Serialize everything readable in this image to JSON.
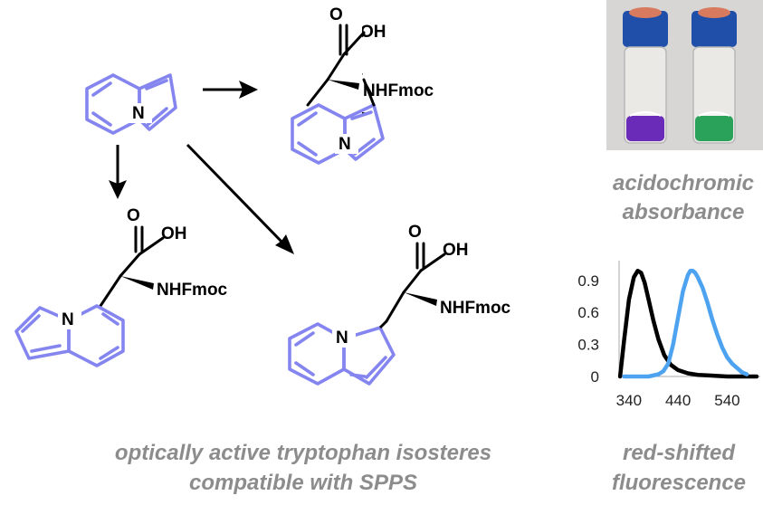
{
  "colors": {
    "scaffold": "#8585f0",
    "bond": "#000000",
    "caption": "#8c8c8c",
    "absorbance_curve": "#000000",
    "emission_curve": "#4da3f0",
    "vial_cap": "#1f4fa8",
    "vial_left_liquid": "#6a2bb8",
    "vial_right_liquid": "#2aa25a"
  },
  "labels": {
    "oxygen": "O",
    "hydroxyl": "OH",
    "protected_amine": "NHFmoc",
    "ring_nitrogen": "N"
  },
  "captions": {
    "main_line1": "optically active tryptophan isosteres",
    "main_line2": "compatible with SPPS",
    "absorbance_line1": "acidochromic",
    "absorbance_line2": "absorbance",
    "fluorescence_line1": "red-shifted",
    "fluorescence_line2": "fluorescence"
  },
  "chart_data": {
    "type": "line",
    "x_ticks": [
      "340",
      "440",
      "540"
    ],
    "y_ticks": [
      "0.9",
      "0.6",
      "0.3",
      "0"
    ],
    "xlim": [
      320,
      600
    ],
    "ylim": [
      0,
      1.0
    ],
    "series": [
      {
        "color": "#000000",
        "x": [
          322,
          330,
          340,
          350,
          358,
          365,
          372,
          380,
          390,
          400,
          412,
          425,
          440,
          460,
          480,
          500,
          520,
          540,
          560,
          580,
          600
        ],
        "y": [
          0.0,
          0.33,
          0.72,
          0.93,
          0.99,
          0.97,
          0.88,
          0.72,
          0.52,
          0.35,
          0.2,
          0.11,
          0.06,
          0.03,
          0.015,
          0.01,
          0.005,
          0.0,
          0.0,
          0.0,
          0.0
        ]
      },
      {
        "color": "#4da3f0",
        "x": [
          330,
          380,
          400,
          410,
          420,
          430,
          440,
          450,
          460,
          465,
          470,
          475,
          480,
          490,
          500,
          510,
          520,
          530,
          540,
          550,
          560,
          570,
          580
        ],
        "y": [
          0.0,
          0.0,
          0.02,
          0.05,
          0.12,
          0.3,
          0.55,
          0.8,
          0.95,
          0.99,
          0.99,
          0.97,
          0.93,
          0.83,
          0.69,
          0.53,
          0.39,
          0.27,
          0.18,
          0.12,
          0.08,
          0.04,
          0.02
        ]
      }
    ]
  }
}
